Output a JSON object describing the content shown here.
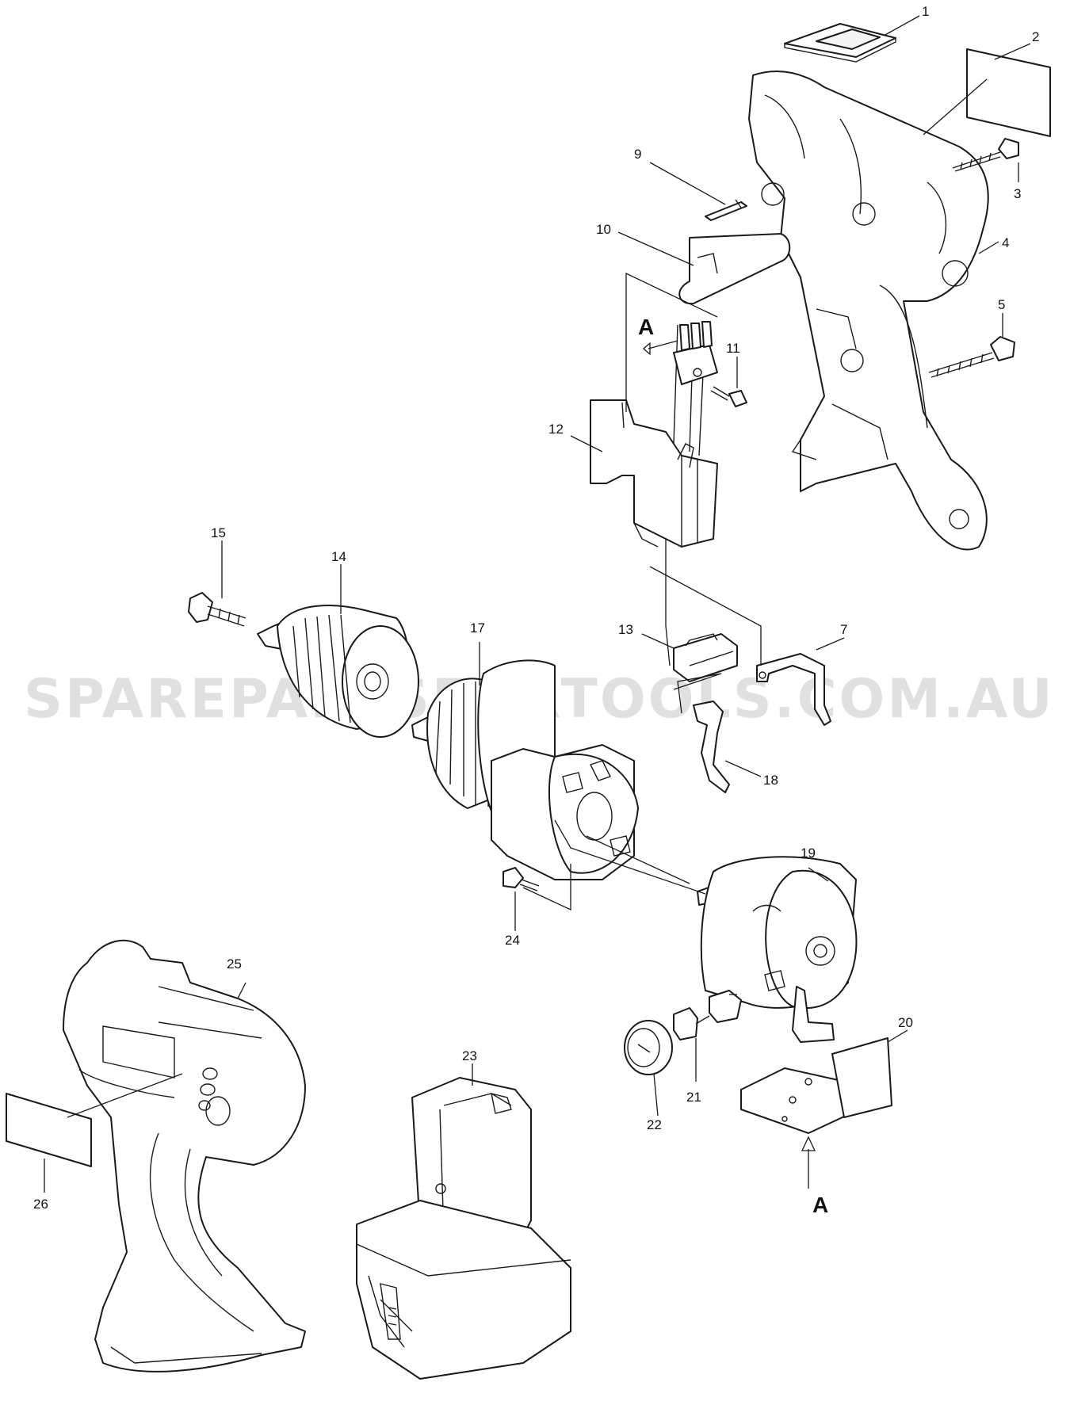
{
  "watermark": "SPAREPARTSFORTOOLS.COM.AU",
  "section_marker": "A",
  "part_labels": {
    "p1": "1",
    "p2": "2",
    "p3": "3",
    "p4": "4",
    "p5": "5",
    "p7": "7",
    "p9": "9",
    "p10": "10",
    "p11": "11",
    "p12": "12",
    "p13": "13",
    "p14": "14",
    "p15": "15",
    "p17": "17",
    "p18": "18",
    "p19": "19",
    "p20": "20",
    "p21": "21",
    "p22": "22",
    "p23": "23",
    "p24": "24",
    "p25": "25",
    "p26": "26"
  }
}
